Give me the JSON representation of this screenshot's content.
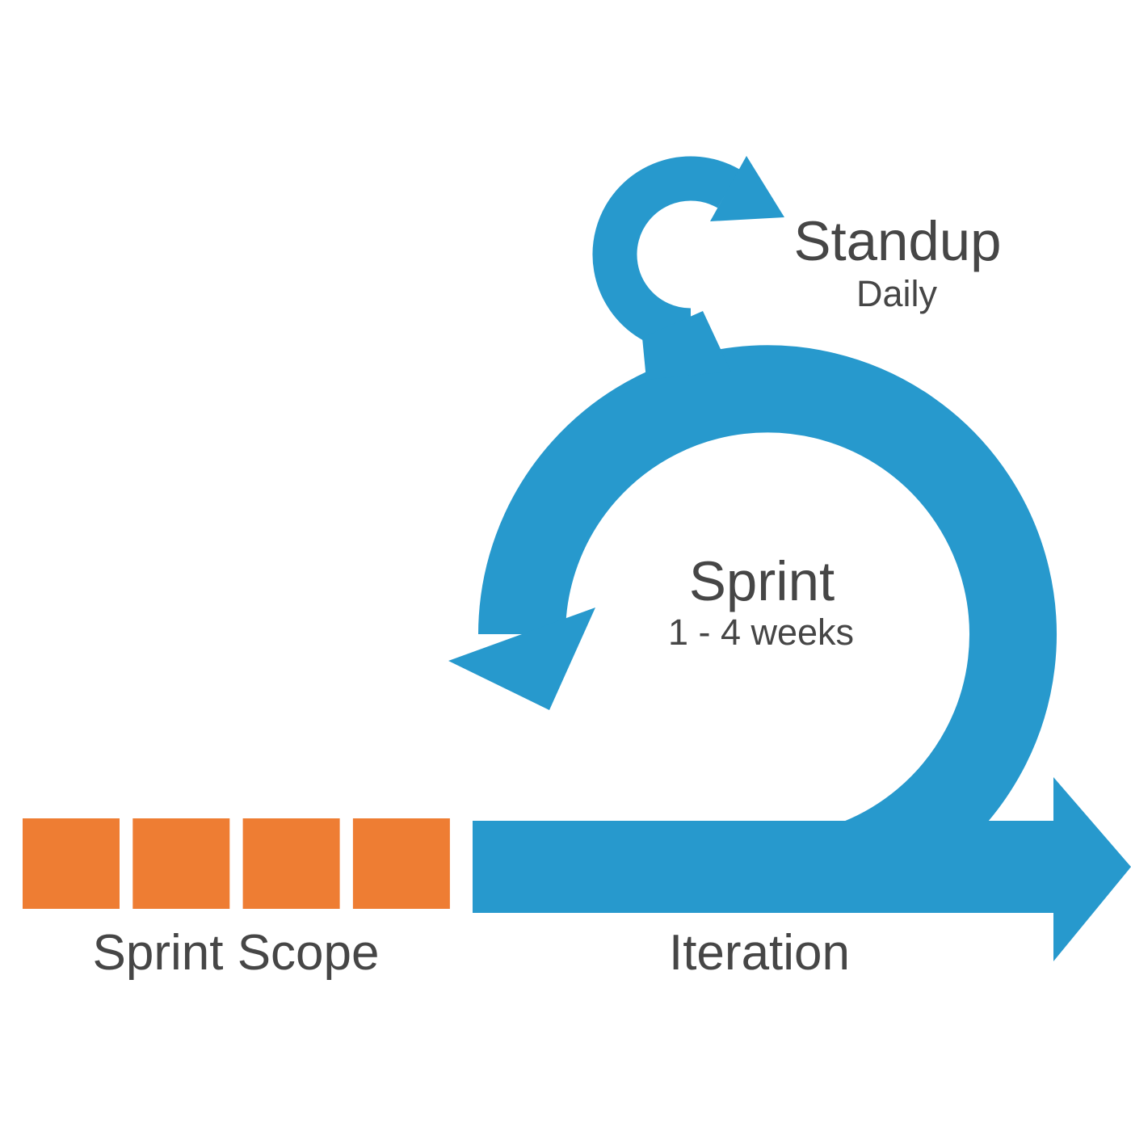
{
  "diagram": {
    "kind": "scrum-sprint-cycle-diagram",
    "colors": {
      "blue": "#2799cd",
      "orange": "#ee7d33",
      "text": "#464646",
      "background": "#ffffff"
    },
    "standup": {
      "title": "Standup",
      "subtitle": "Daily"
    },
    "sprint": {
      "title": "Sprint",
      "subtitle": "1 - 4 weeks"
    },
    "sprint_scope": {
      "label": "Sprint Scope",
      "blocks": 4
    },
    "iteration": {
      "label": "Iteration"
    }
  }
}
